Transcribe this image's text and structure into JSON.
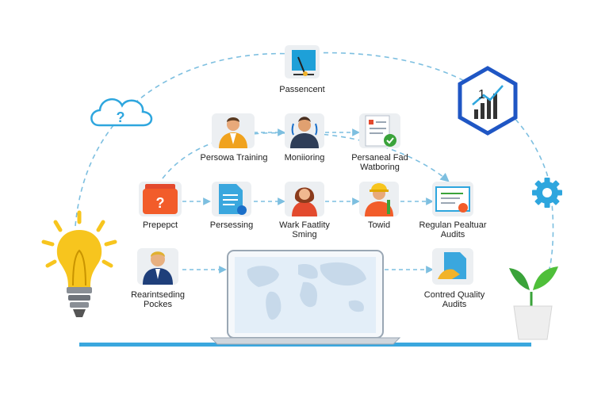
{
  "colors": {
    "dashed_line": "#7dbfe0",
    "baseline": "#3aa7de",
    "accent_blue": "#1a6fc9",
    "hexagon": "#1f56c4",
    "bulb": "#f7c51e",
    "plant": "#3aa33a"
  },
  "nodes": {
    "top": {
      "label": "Passencent",
      "icon": "drawing-board-icon"
    },
    "persona_training": {
      "label": "Persowa Training",
      "icon": "businessman-icon"
    },
    "monitoring": {
      "label": "Moniioring",
      "icon": "person-headset-icon"
    },
    "personeal": {
      "label_line1": "Persaneal Fad",
      "label_line2": "Watboring",
      "icon": "checklist-icon"
    },
    "prepepct": {
      "label": "Prepepct",
      "icon": "briefcase-question-icon"
    },
    "persessing": {
      "label": "Persessing",
      "icon": "document-icon"
    },
    "work_facility": {
      "label_line1": "Wark Faatlity",
      "label_line2": "Sming",
      "icon": "woman-icon"
    },
    "towid": {
      "label": "Towid",
      "icon": "construction-worker-icon"
    },
    "regulan": {
      "label_line1": "Regulan Pealtuar",
      "label_line2": "Audits",
      "icon": "certificate-icon"
    },
    "rearintseding": {
      "label_line1": "Rearintseding",
      "label_line2": "Pockes",
      "icon": "manager-icon"
    },
    "contred": {
      "label_line1": "Contred Quality",
      "label_line2": "Audits",
      "icon": "hand-document-icon"
    }
  },
  "decorations": {
    "cloud": {
      "icon": "cloud-question-icon"
    },
    "hexagon": {
      "icon": "growth-chart-hexagon-icon",
      "number": "1"
    },
    "gear": {
      "icon": "gear-icon"
    },
    "bulb": {
      "icon": "lightbulb-icon"
    },
    "plant": {
      "icon": "plant-pot-icon"
    },
    "laptop": {
      "icon": "laptop-world-map-icon"
    }
  }
}
